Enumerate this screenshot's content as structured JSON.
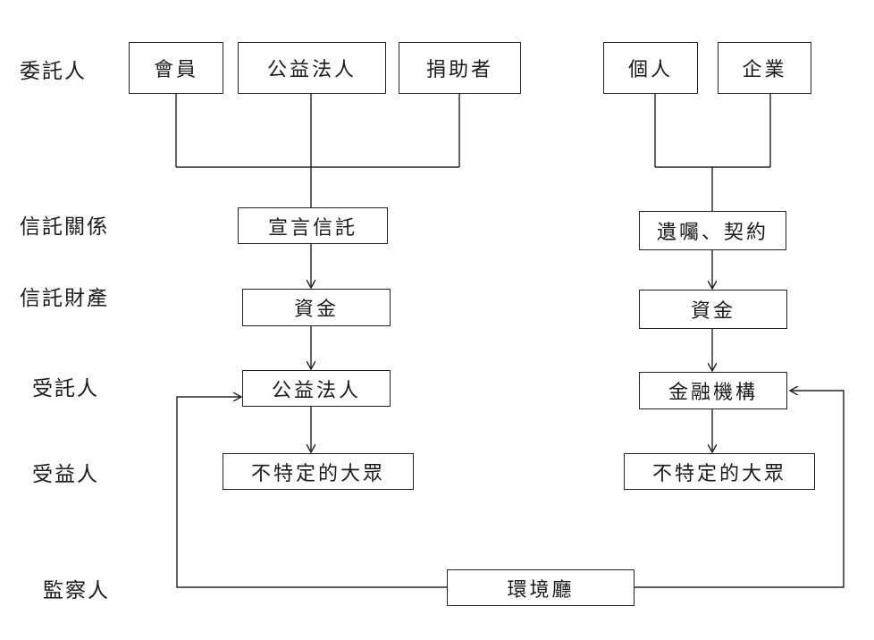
{
  "roles": {
    "settlor": "委託人",
    "trust_relationship": "信託關係",
    "trust_property": "信託財產",
    "trustee": "受託人",
    "beneficiary": "受益人",
    "supervisor": "監察人"
  },
  "left_branch": {
    "settlors": [
      "會員",
      "公益法人",
      "捐助者"
    ],
    "relationship": "宣言信託",
    "property": "資金",
    "trustee": "公益法人",
    "beneficiary": "不特定的大眾"
  },
  "right_branch": {
    "settlors": [
      "個人",
      "企業"
    ],
    "relationship": "遺囑、契約",
    "property": "資金",
    "trustee": "金融機構",
    "beneficiary": "不特定的大眾"
  },
  "supervisor_node": "環境廳"
}
